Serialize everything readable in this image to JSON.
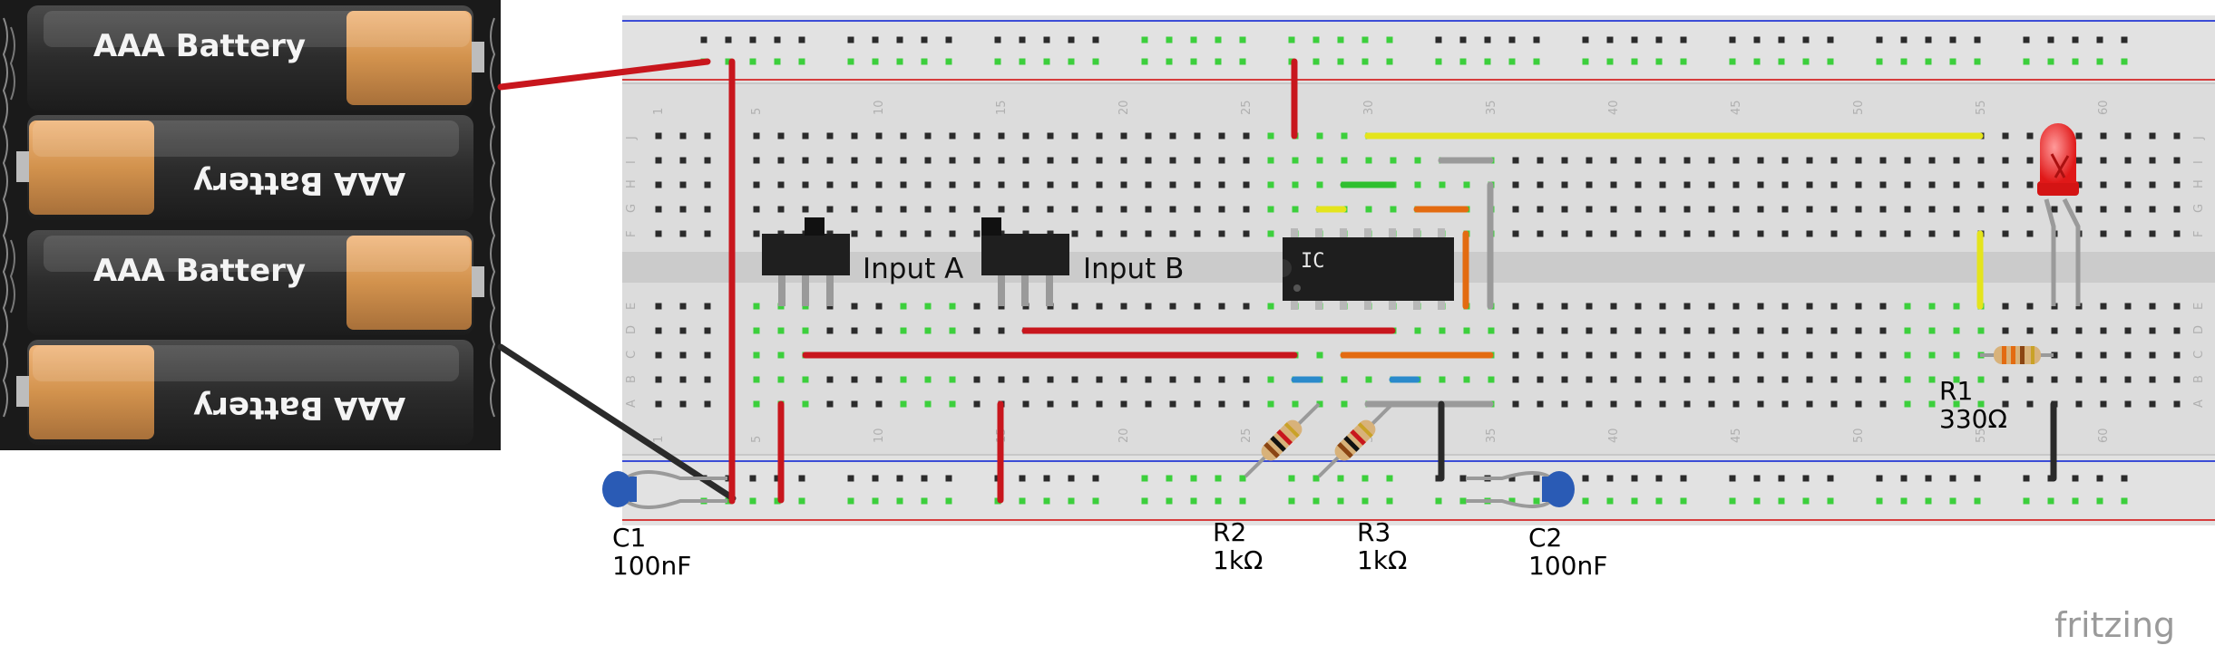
{
  "batteries": [
    {
      "label": "AAA Battery"
    },
    {
      "label": "AAA Battery"
    },
    {
      "label": "AAA Battery"
    },
    {
      "label": "AAA Battery"
    }
  ],
  "switches": [
    {
      "label": "Input A"
    },
    {
      "label": "Input B"
    }
  ],
  "ic": {
    "label": "IC"
  },
  "components": {
    "c1": {
      "name": "C1",
      "value": "100nF"
    },
    "c2": {
      "name": "C2",
      "value": "100nF"
    },
    "r1": {
      "name": "R1",
      "value": "330Ω"
    },
    "r2": {
      "name": "R2",
      "value": "1kΩ"
    },
    "r3": {
      "name": "R3",
      "value": "1kΩ"
    }
  },
  "breadboard": {
    "column_numbers": [
      "1",
      "5",
      "10",
      "15",
      "20",
      "25",
      "30",
      "35",
      "40",
      "45",
      "50",
      "55",
      "60"
    ],
    "row_letters_top": [
      "J",
      "I",
      "H",
      "G",
      "F"
    ],
    "row_letters_bottom": [
      "E",
      "D",
      "C",
      "B",
      "A"
    ]
  },
  "brand": {
    "logo": "fritzing"
  },
  "colors": {
    "red_wire": "#c8161d",
    "black_wire": "#2a2a2a",
    "yellow_wire": "#e4e41c",
    "orange_wire": "#e36b11",
    "gray_wire": "#9a9a9a",
    "green_wire": "#2fbf2f",
    "led": "#ee2222",
    "capacitor": "#2a5bb5",
    "battery_copper": "#d2924d",
    "pin_green": "#3ccf3c"
  }
}
